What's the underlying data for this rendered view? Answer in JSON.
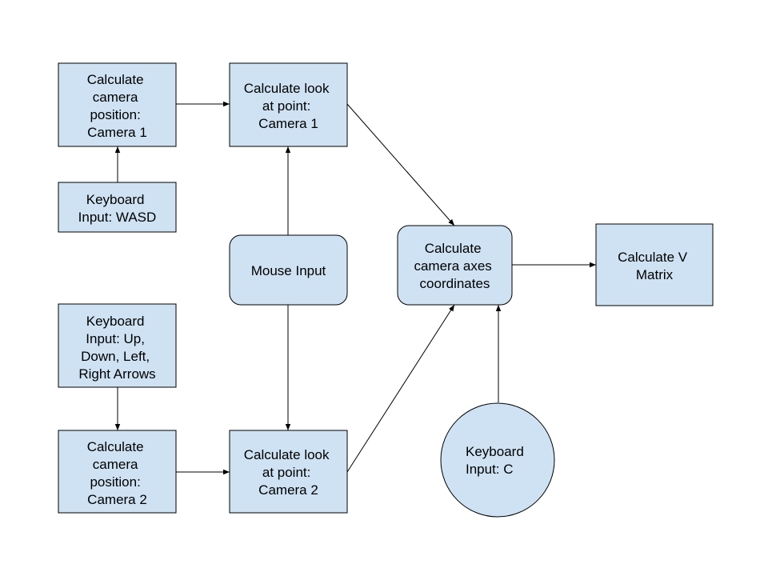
{
  "nodes": {
    "cam1_position": {
      "lines": [
        "Calculate",
        "camera",
        "position:",
        "Camera 1"
      ]
    },
    "kb_wasd": {
      "lines": [
        "Keyboard",
        "Input: WASD"
      ]
    },
    "look_cam1": {
      "lines": [
        "Calculate look",
        "at point:",
        "Camera 1"
      ]
    },
    "mouse_input": {
      "lines": [
        "Mouse Input"
      ]
    },
    "kb_arrows": {
      "lines": [
        "Keyboard",
        "Input: Up,",
        "Down, Left,",
        "Right Arrows"
      ]
    },
    "cam2_position": {
      "lines": [
        "Calculate",
        "camera",
        "position:",
        "Camera 2"
      ]
    },
    "look_cam2": {
      "lines": [
        "Calculate look",
        "at point:",
        "Camera 2"
      ]
    },
    "axes": {
      "lines": [
        "Calculate",
        "camera axes",
        "coordinates"
      ]
    },
    "v_matrix": {
      "lines": [
        "Calculate V",
        "Matrix"
      ]
    },
    "kb_c": {
      "lines": [
        "Keyboard",
        "Input: C"
      ]
    }
  },
  "colors": {
    "node_fill": "#cfe2f3",
    "stroke": "#000000",
    "text": "#000000",
    "background": "#ffffff"
  }
}
